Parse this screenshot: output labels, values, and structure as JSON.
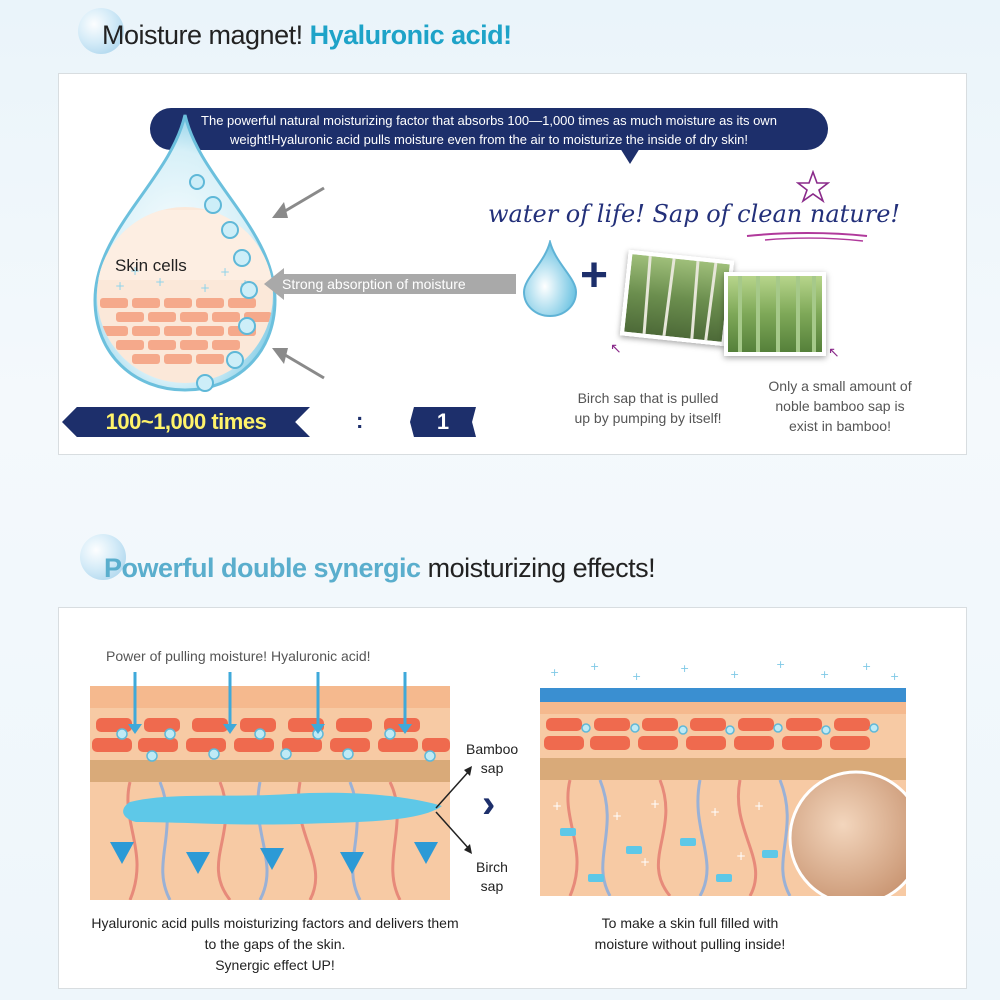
{
  "section1": {
    "title_part1": "Moisture magnet!",
    "title_part2": "Hyaluronic acid!",
    "callout_line1": "The powerful natural moisturizing factor that absorbs 100—1,000 times as much moisture as its own",
    "callout_line2": "weight!Hyaluronic acid pulls moisture even from the air to moisturize the inside of dry skin!",
    "skin_cells_label": "Skin cells",
    "arrow_label": "Strong absorption of moisture",
    "handwriting": "water of life! Sap of clean nature!",
    "birch_caption_1": "Birch sap that is pulled",
    "birch_caption_2": "up by pumping by itself!",
    "bamboo_caption_1": "Only a small amount of",
    "bamboo_caption_2": "noble bamboo sap is",
    "bamboo_caption_3": "exist in bamboo!",
    "ratio_left": "100~1,000 times",
    "ratio_sep": ":",
    "ratio_right": "1"
  },
  "section2": {
    "title_part1": "Powerful double synergic",
    "title_part2": "moisturizing effects!",
    "pull_label": "Power of pulling moisture! Hyaluronic acid!",
    "bamboo_label_1": "Bamboo",
    "bamboo_label_2": "sap",
    "birch_label_1": "Birch",
    "birch_label_2": "sap",
    "left_caption_1": "Hyaluronic acid pulls moisturizing factors and delivers them",
    "left_caption_2": "to the gaps of the skin.",
    "left_caption_3": "Synergic effect UP!",
    "right_caption_1": "To make a skin full filled with",
    "right_caption_2": "moisture without pulling inside!"
  },
  "colors": {
    "navy": "#1d2f6b",
    "accent_blue": "#1ea3c8",
    "skin_peach": "#f7c9a2",
    "cell_red": "#ef6a4e",
    "water_blue": "#5fc6e6"
  },
  "icons": [
    "water-drop-icon",
    "plus-icon",
    "arrow-right-icon",
    "star-doodle-icon",
    "chevron-right-icon"
  ]
}
